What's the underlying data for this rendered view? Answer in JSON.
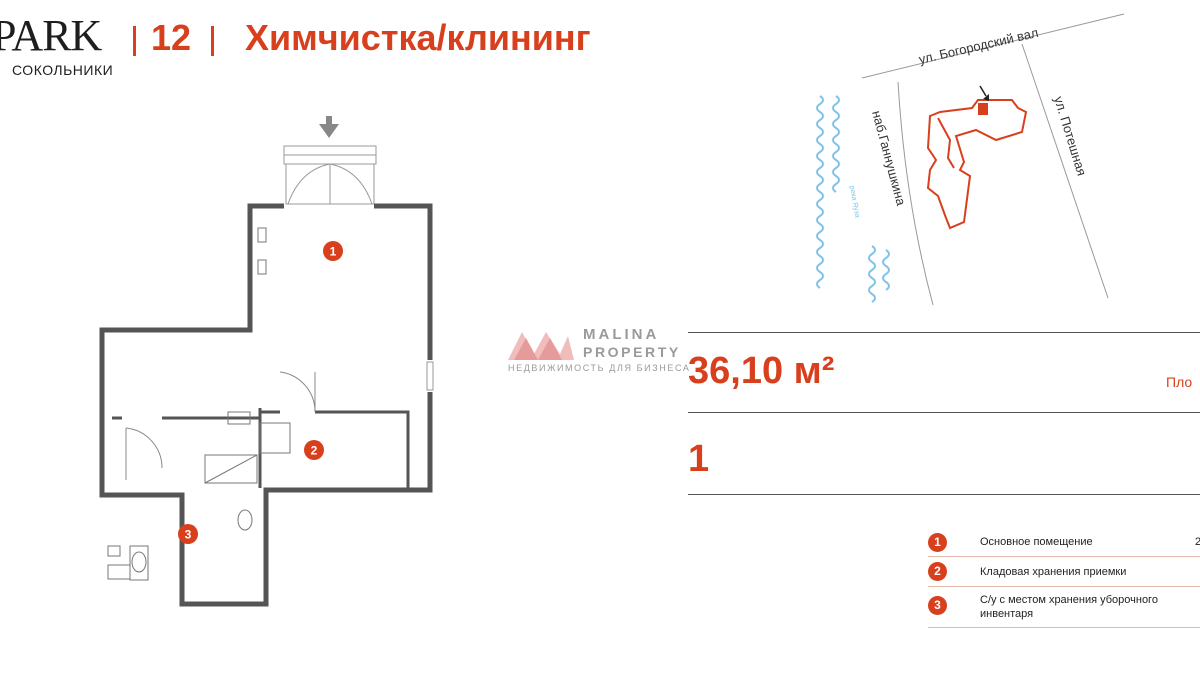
{
  "header": {
    "logo_main": "PARK",
    "logo_sub": "СОКОЛЬНИКИ",
    "number": "12",
    "title": "Химчистка/клининг"
  },
  "plan": {
    "room_labels": [
      "1",
      "2",
      "3"
    ]
  },
  "watermark": {
    "line1": "MALINA",
    "line2": "PROPERTY",
    "line3": "НЕДВИЖИМОСТЬ ДЛЯ БИЗНЕСА"
  },
  "map": {
    "street_top": "ул. Богородский вал",
    "street_left": "наб.Ганнушкина",
    "street_right": "ул. Потешная",
    "river": "река Яуза"
  },
  "info": {
    "area": "36,10 м²",
    "area_label": "Пло",
    "floor": "1"
  },
  "legend": [
    {
      "num": "1",
      "text": "Основное помещение",
      "value": "2"
    },
    {
      "num": "2",
      "text": "Кладовая хранения приемки",
      "value": ""
    },
    {
      "num": "3",
      "text": "С/у с местом хранения уборочного инвентаря",
      "value": ""
    }
  ],
  "colors": {
    "accent": "#d8401d",
    "wall": "#555555",
    "watermark": "#9a9a9a"
  }
}
